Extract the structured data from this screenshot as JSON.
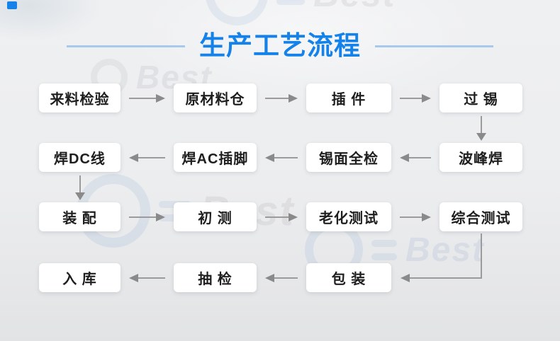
{
  "header": {
    "title": "生产工艺流程",
    "accent_color": "#1482e8",
    "rule_color": "#a9c9ec"
  },
  "watermark": {
    "text": "Best"
  },
  "flow": {
    "box_color": "#ffffff",
    "text_color": "#1e1e1e",
    "arrow_color": "#9b9b9b",
    "nodes": [
      {
        "id": "incoming-inspection",
        "label": "来料检验",
        "row": 0,
        "col": 0
      },
      {
        "id": "raw-material-warehouse",
        "label": "原材料仓",
        "row": 0,
        "col": 1
      },
      {
        "id": "insertion",
        "label": "插 件",
        "row": 0,
        "col": 2
      },
      {
        "id": "tinning",
        "label": "过 锡",
        "row": 0,
        "col": 3
      },
      {
        "id": "solder-dc-wire",
        "label": "焊DC线",
        "row": 1,
        "col": 0
      },
      {
        "id": "solder-ac-pins",
        "label": "焊AC插脚",
        "row": 1,
        "col": 1
      },
      {
        "id": "solder-surface-inspection",
        "label": "锡面全检",
        "row": 1,
        "col": 2
      },
      {
        "id": "wave-soldering",
        "label": "波峰焊",
        "row": 1,
        "col": 3
      },
      {
        "id": "assembly",
        "label": "装 配",
        "row": 2,
        "col": 0
      },
      {
        "id": "initial-test",
        "label": "初 测",
        "row": 2,
        "col": 1
      },
      {
        "id": "aging-test",
        "label": "老化测试",
        "row": 2,
        "col": 2
      },
      {
        "id": "comprehensive-test",
        "label": "综合测试",
        "row": 2,
        "col": 3
      },
      {
        "id": "warehousing",
        "label": "入 库",
        "row": 3,
        "col": 0
      },
      {
        "id": "sampling-inspection",
        "label": "抽 检",
        "row": 3,
        "col": 1
      },
      {
        "id": "packaging",
        "label": "包 装",
        "row": 3,
        "col": 2
      }
    ],
    "connections": [
      {
        "from": "incoming-inspection",
        "to": "raw-material-warehouse",
        "type": "right"
      },
      {
        "from": "raw-material-warehouse",
        "to": "insertion",
        "type": "right"
      },
      {
        "from": "insertion",
        "to": "tinning",
        "type": "right"
      },
      {
        "from": "tinning",
        "to": "wave-soldering",
        "type": "down"
      },
      {
        "from": "wave-soldering",
        "to": "solder-surface-inspection",
        "type": "left"
      },
      {
        "from": "solder-surface-inspection",
        "to": "solder-ac-pins",
        "type": "left"
      },
      {
        "from": "solder-ac-pins",
        "to": "solder-dc-wire",
        "type": "left"
      },
      {
        "from": "solder-dc-wire",
        "to": "assembly",
        "type": "down"
      },
      {
        "from": "assembly",
        "to": "initial-test",
        "type": "right"
      },
      {
        "from": "initial-test",
        "to": "aging-test",
        "type": "right"
      },
      {
        "from": "aging-test",
        "to": "comprehensive-test",
        "type": "right"
      },
      {
        "from": "comprehensive-test",
        "to": "packaging",
        "type": "elbow-down-left"
      },
      {
        "from": "packaging",
        "to": "sampling-inspection",
        "type": "left"
      },
      {
        "from": "sampling-inspection",
        "to": "warehousing",
        "type": "left"
      }
    ]
  }
}
